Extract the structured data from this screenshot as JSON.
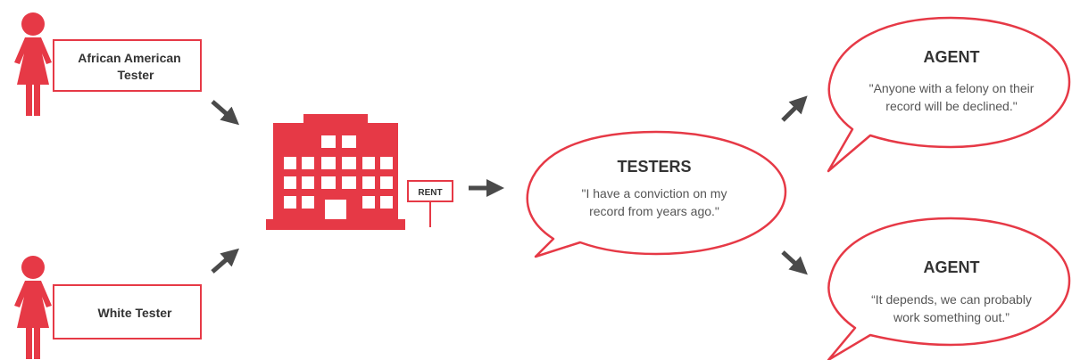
{
  "testers": {
    "african_american": {
      "line1": "African American",
      "line2": "Tester"
    },
    "white": {
      "label": "White Tester"
    }
  },
  "rent_sign": {
    "label": "RENT"
  },
  "testers_bubble": {
    "title": "TESTERS",
    "line1": "\"I have a conviction on my",
    "line2": "record from years ago.\""
  },
  "agent_top": {
    "title": "AGENT",
    "line1": "\"Anyone with a felony on their",
    "line2": "record will be declined.\""
  },
  "agent_bottom": {
    "title": "AGENT",
    "line1": "“It depends, we can probably",
    "line2": "work something out.”"
  },
  "colors": {
    "accent": "#e63946",
    "arrow": "#4a4a4a",
    "text": "#333333",
    "quote": "#555555"
  },
  "icons": [
    "person-icon",
    "building-icon",
    "arrow-icon"
  ]
}
